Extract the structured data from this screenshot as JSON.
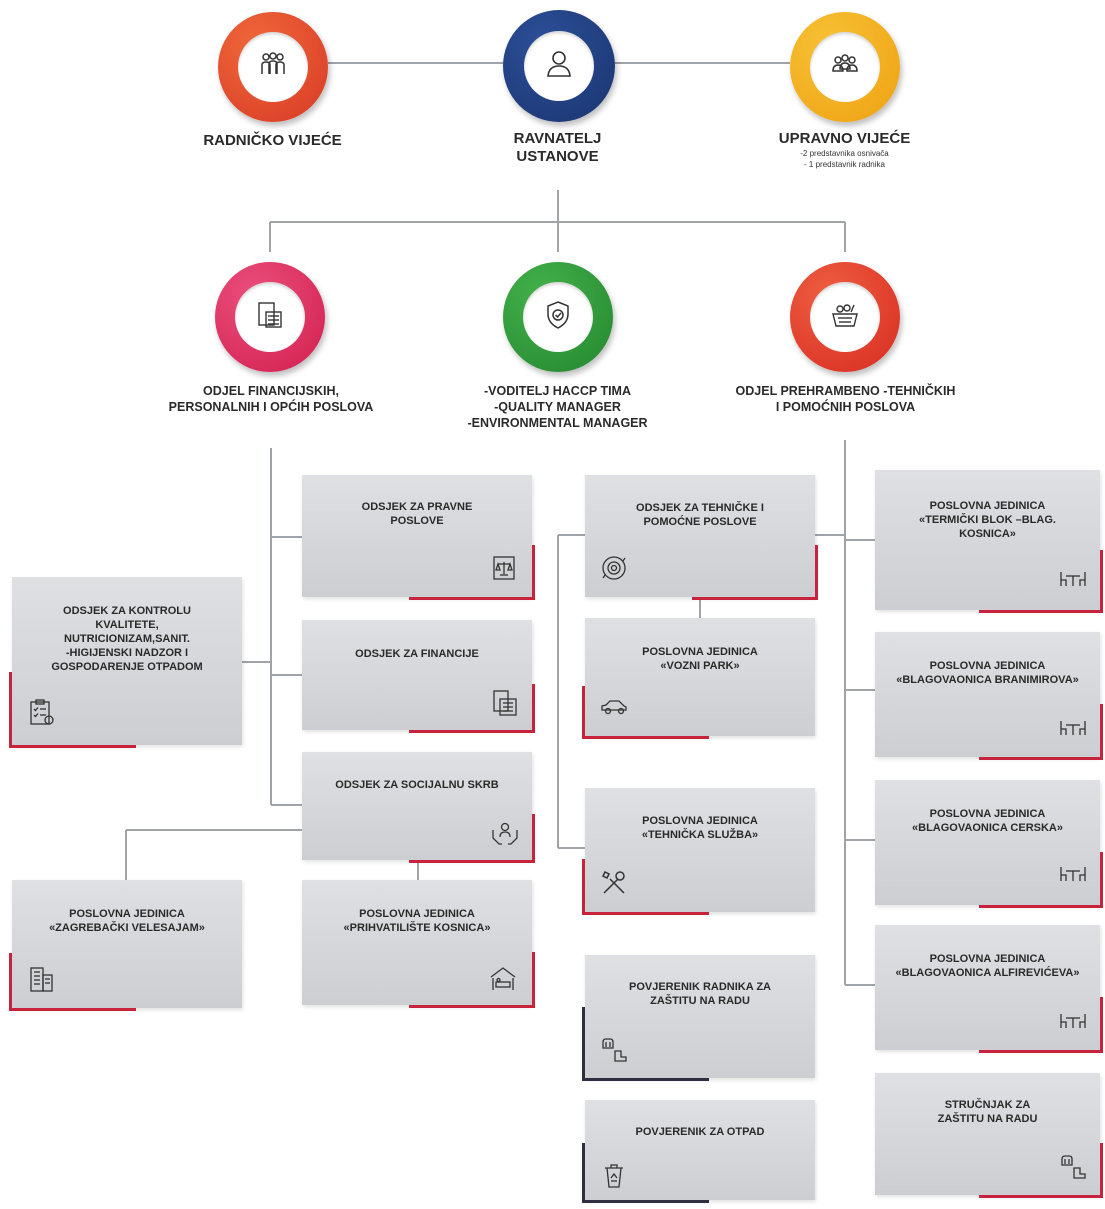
{
  "top": {
    "radnicko_vijece": "RADNIČKO VIJEĆE",
    "ravnatelj_1": "RAVNATELJ",
    "ravnatelj_2": "USTANOVE",
    "upravno_vijece": "UPRAVNO VIJEĆE",
    "upravno_sub_1": "-2 predstavnika osnivača",
    "upravno_sub_2": "- 1 predstavnik radnika"
  },
  "departments": {
    "financijski_1": "ODJEL FINANCIJSKIH,",
    "financijski_2": "PERSONALNIH I OPĆIH POSLOVA",
    "haccp_1": "-VODITELJ HACCP TIMA",
    "haccp_2": "-QUALITY MANAGER",
    "haccp_3": "-ENVIRONMENTAL MANAGER",
    "prehrambeno_1": "ODJEL PREHRAMBENO -TEHNIČKIH",
    "prehrambeno_2": "I POMOĆNIH POSLOVA"
  },
  "boxes": {
    "pravni": [
      "ODSJEK ZA PRAVNE",
      "POSLOVE"
    ],
    "kontrola": [
      "ODSJEK ZA KONTROLU",
      "KVALITETE,",
      "NUTRICIONIZAM,SANIT.",
      "-HIGIJENSKI NADZOR I",
      "GOSPODARENJE OTPADOM"
    ],
    "financije": [
      "ODSJEK ZA FINANCIJE"
    ],
    "socijalna": [
      "ODSJEK ZA SOCIJALNU SKRB"
    ],
    "velesajam": [
      "POSLOVNA JEDINICA",
      "«ZAGREBAČKI VELESAJAM»"
    ],
    "prihvatiliste": [
      "POSLOVNA JEDINICA",
      "«PRIHVATILIŠTE KOSNICA»"
    ],
    "tehnicke": [
      "ODSJEK ZA TEHNIČKE I",
      "POMOĆNE POSLOVE"
    ],
    "vozni_park": [
      "POSLOVNA JEDINICA",
      "«VOZNI PARK»"
    ],
    "tehnicka_sluzba": [
      "POSLOVNA JEDINICA",
      "«TEHNIČKA SLUŽBA»"
    ],
    "povjerenik_radnika": [
      "POVJERENIK RADNIKA ZA",
      "ZAŠTITU NA RADU"
    ],
    "povjerenik_otpad": [
      "POVJERENIK ZA OTPAD"
    ],
    "termicki": [
      "POSLOVNA JEDINICA",
      "«TERMIČKI BLOK –BLAG.",
      "KOSNICA»"
    ],
    "branimirova": [
      "POSLOVNA JEDINICA",
      "«BLAGOVAONICA BRANIMIROVA»"
    ],
    "cerska": [
      "POSLOVNA JEDINICA",
      "«BLAGOVAONICA CERSKA»"
    ],
    "alfireviceva": [
      "POSLOVNA JEDINICA",
      "«BLAGOVAONICA ALFIREVIĆEVA»"
    ],
    "strucnjak": [
      "STRUČNJAK ZA",
      "ZAŠTITU NA RADU"
    ]
  },
  "colors": {
    "radnicko": "#e2482c",
    "ravnatelj": "#1f3c7c",
    "upravno": "#f2ab1d",
    "financijski": "#de2a5a",
    "haccp": "#2f9b3a",
    "prehrambeno": "#e43a2c",
    "accent": "#c8233c",
    "line": "#9a9ea3"
  }
}
